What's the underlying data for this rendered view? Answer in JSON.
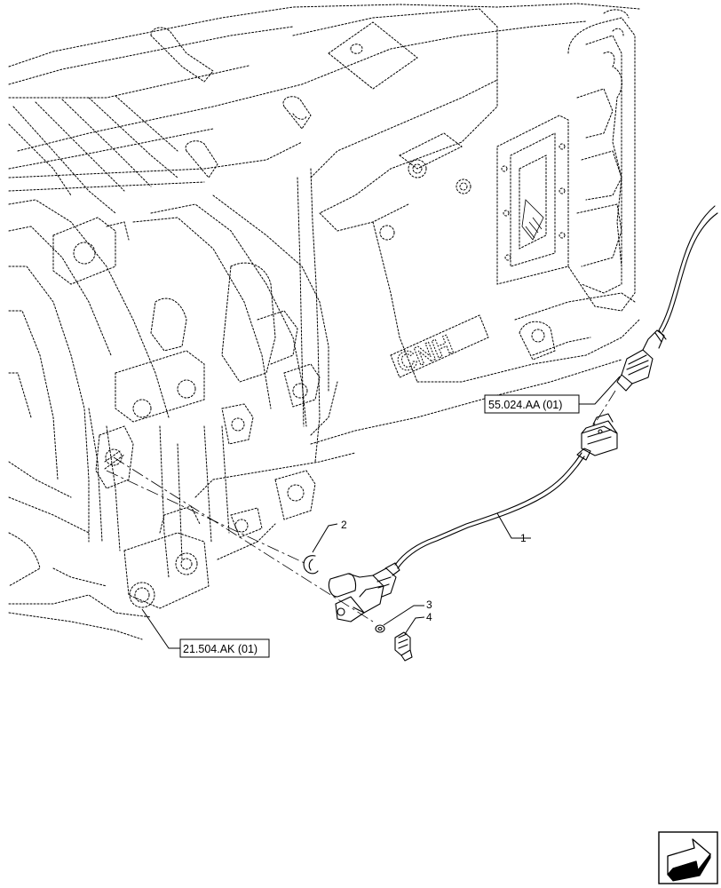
{
  "callouts": {
    "part_1": "1",
    "part_2": "2",
    "part_3": "3",
    "part_4": "4"
  },
  "references": {
    "harness_ref": "55.024.AA (01)",
    "housing_ref": "21.504.AK (01)"
  },
  "housing_logo": "CNH",
  "nav_icon": "arrow-next-icon"
}
